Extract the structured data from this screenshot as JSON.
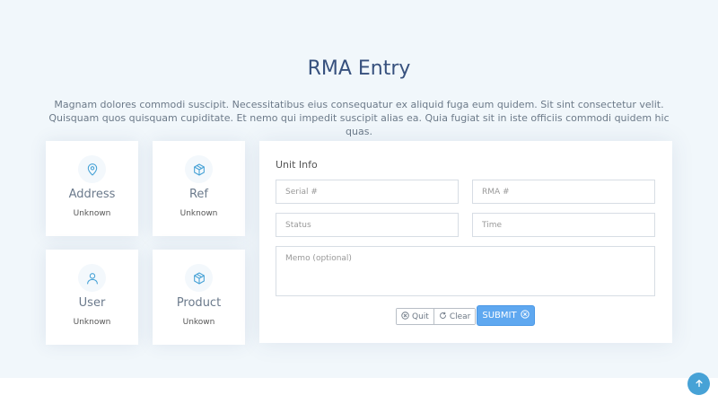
{
  "page": {
    "title": "RMA Entry",
    "description": "Magnam dolores commodi suscipit. Necessitatibus eius consequatur ex aliquid fuga eum quidem. Sit sint consectetur velit. Quisquam quos quisquam cupiditate. Et nemo qui impedit suscipit alias ea. Quia fugiat sit in iste officiis commodi quidem hic quas."
  },
  "cards": [
    {
      "icon": "map-pin-icon",
      "label": "Address",
      "value": "Unknown"
    },
    {
      "icon": "box-icon",
      "label": "Ref",
      "value": "Unknown"
    },
    {
      "icon": "user-icon",
      "label": "User",
      "value": "Unknown"
    },
    {
      "icon": "box-icon",
      "label": "Product",
      "value": "Unkown"
    }
  ],
  "form": {
    "title": "Unit Info",
    "serial_placeholder": "Serial #",
    "rma_placeholder": "RMA #",
    "status_placeholder": "Status",
    "time_placeholder": "Time",
    "memo_placeholder": "Memo (optional)",
    "quit_label": "Quit",
    "clear_label": "Clear",
    "submit_label": "SUBMIT"
  },
  "colors": {
    "accent": "#47a2d6",
    "submit": "#5fa8f0",
    "section_bg": "#f1f7fb",
    "title": "#37517e"
  }
}
